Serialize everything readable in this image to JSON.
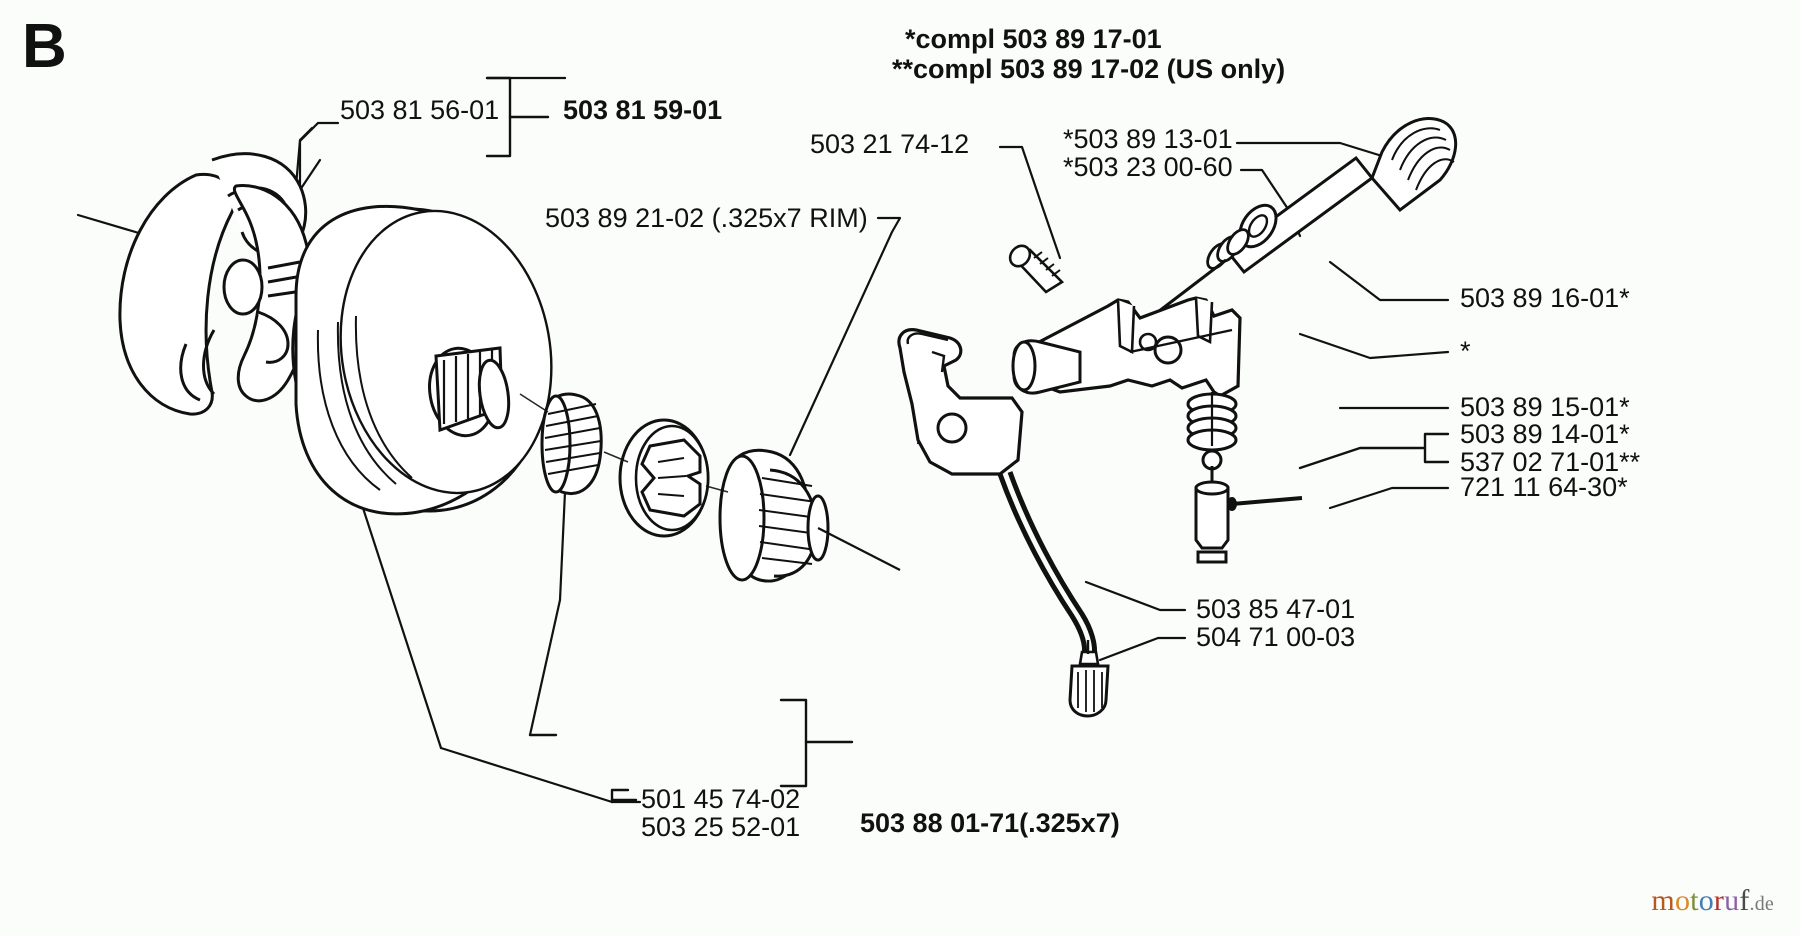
{
  "diagram": {
    "section_letter": "B",
    "title_notes": [
      "*compl 503 89 17-01",
      "**compl 503 89 17-02 (US only)"
    ],
    "watermark": {
      "text": "motoruf",
      "suffix": ".de",
      "letters": [
        "m",
        "o",
        "t",
        "o",
        "r",
        "u",
        "f"
      ]
    },
    "labels": {
      "clutch_shoe": "503 81 56-01",
      "clutch_assembly": "503 81 59-01",
      "rim_sprocket": "503 89 21-02 (.325x7 RIM)",
      "screw": "503 21 74-12",
      "handle_pin": "*503 89 13-01",
      "washer": "*503 23 00-60",
      "rod_knob": "503 89 16-01*",
      "bracket_star": "*",
      "spring": "503 89 15-01*",
      "plunger_a": "503 89 14-01*",
      "plunger_b": "537 02 71-01**",
      "pin": "721 11 64-30*",
      "brake_band": "503 85 47-01",
      "cable_end": "504 71 00-03",
      "needle_bearing": "501 45 74-02",
      "washer_small": "503 25 52-01",
      "sprocket_kit": "503 88 01-71(.325x7)"
    },
    "colors": {
      "ink": "#111111",
      "paper": "#fbfdfa"
    }
  }
}
